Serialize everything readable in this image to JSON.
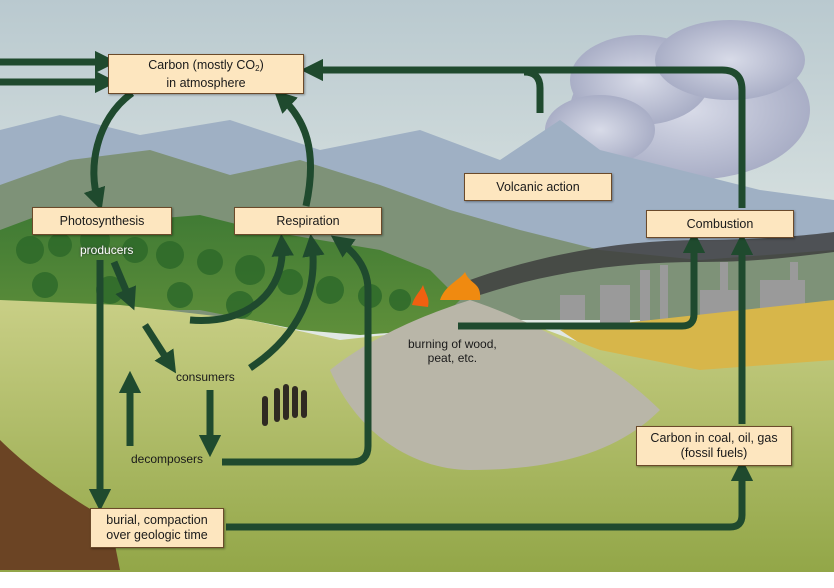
{
  "boxes": {
    "atmosphere": {
      "line1_pre": "Carbon (mostly CO",
      "line1_sub": "2",
      "line1_post": ")",
      "line2": "in atmosphere"
    },
    "photosynthesis": "Photosynthesis",
    "respiration": "Respiration",
    "volcanic": "Volcanic action",
    "combustion": "Combustion",
    "fossil": {
      "line1": "Carbon in coal, oil, gas",
      "line2": "(fossil fuels)"
    },
    "burial": {
      "line1": "burial, compaction",
      "line2": "over geologic time"
    }
  },
  "labels": {
    "producers": "producers",
    "consumers": "consumers",
    "decomposers": "decomposers",
    "burning": {
      "line1": "burning of wood,",
      "line2": "peat, etc."
    }
  },
  "colors": {
    "arrow": "#1f4a2e",
    "box_fill": "#fde6bf",
    "box_border": "#6b4a2a"
  }
}
